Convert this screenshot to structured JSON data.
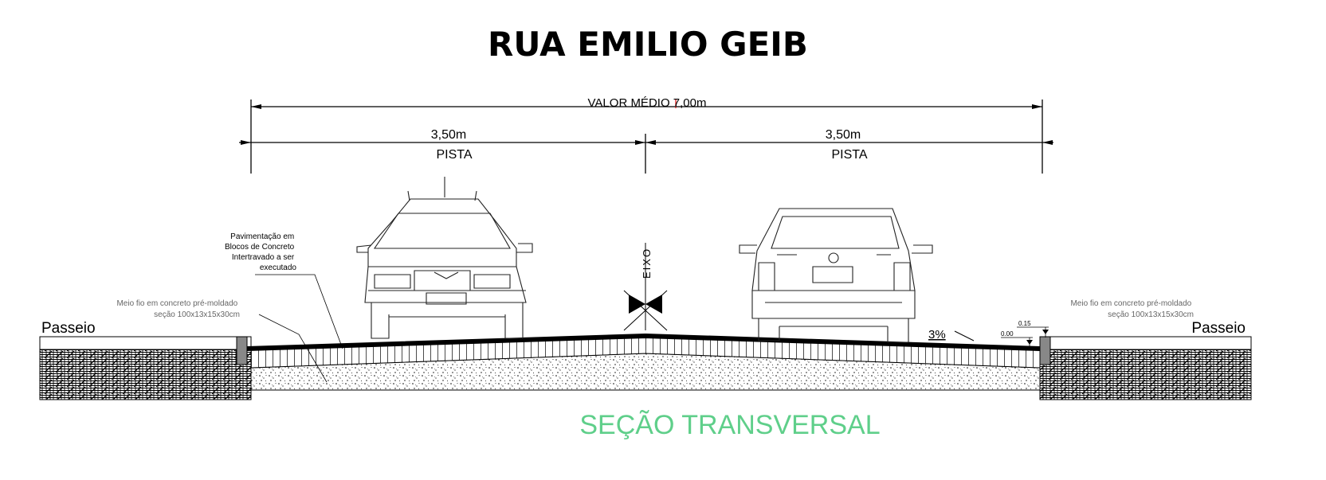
{
  "title": "RUA EMILIO GEIB",
  "dimensions": {
    "total": "VALOR MÉDIO 7,00m",
    "left_width": "3,50m",
    "left_label": "PISTA",
    "right_width": "3,50m",
    "right_label": "PISTA"
  },
  "axis_label": "EIXO",
  "annotations": {
    "pavement": [
      "Pavimentação em",
      "Blocos de Concreto",
      "Intertravado a ser",
      "executado"
    ],
    "curb_left": [
      "Meio fio em concreto pré-moldado",
      "seção 100x13x15x30cm"
    ],
    "curb_right": [
      "Meio fio em concreto pré-moldado",
      "seção 100x13x15x30cm"
    ],
    "slope": "3%",
    "level_top": "0.15",
    "level_bottom": "0.00"
  },
  "sidewalk_left": "Passeio",
  "sidewalk_right": "Passeio",
  "caption": "SEÇÃO TRANSVERSAL",
  "colors": {
    "line": "#000000",
    "caption": "#5fcf8a",
    "marker": "#e02020",
    "curb": "#888888"
  }
}
